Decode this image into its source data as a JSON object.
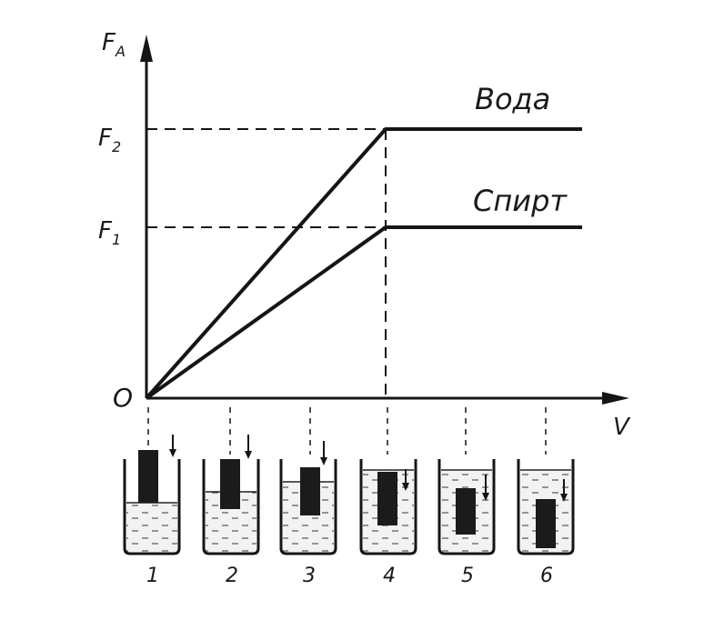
{
  "axes": {
    "y_label_main": "F",
    "y_label_sub": "A",
    "x_label": "V",
    "origin_label": "O"
  },
  "levels": {
    "f2_main": "F",
    "f2_sub": "2",
    "f1_main": "F",
    "f1_sub": "1"
  },
  "lines": {
    "water": "Вода",
    "alcohol": "Спирт"
  },
  "beakers": {
    "labels": [
      "1",
      "2",
      "3",
      "4",
      "5",
      "6"
    ]
  }
}
